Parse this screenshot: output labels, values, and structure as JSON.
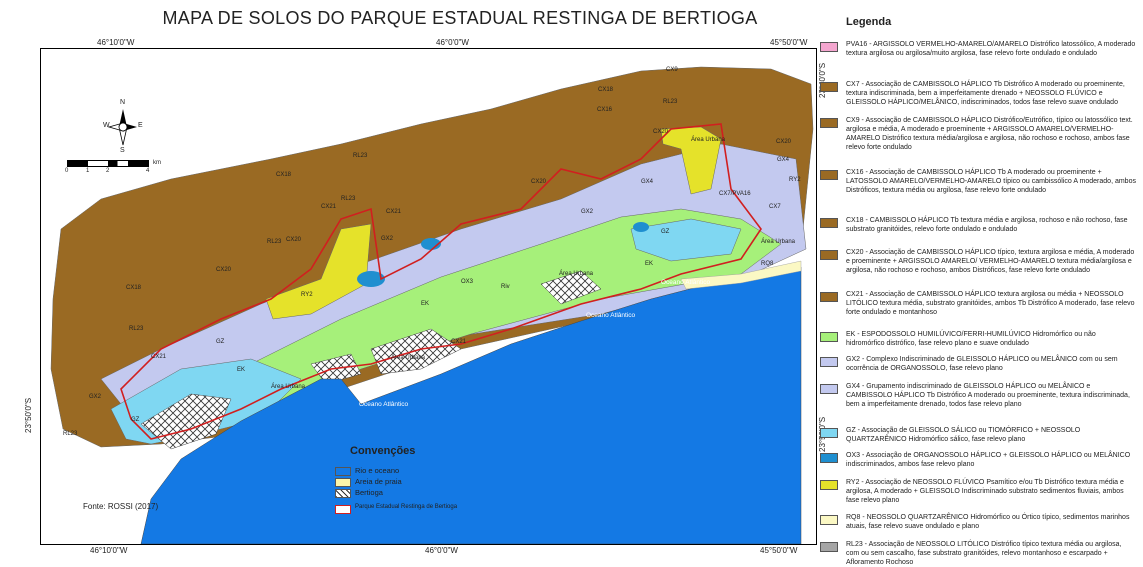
{
  "title": "MAPA DE SOLOS DO PARQUE ESTADUAL RESTINGA DE BERTIOGA",
  "coords": {
    "top": [
      "46°10'0\"W",
      "46°0'0\"W",
      "45°50'0\"W"
    ],
    "bottom": [
      "46°10'0\"W",
      "46°0'0\"W",
      "45°50'0\"W"
    ],
    "right": [
      "23°40'0\"S",
      "23°50'0\"S"
    ],
    "left": [
      "23°50'0\"S"
    ]
  },
  "compass": {
    "n": "N",
    "s": "S",
    "e": "E",
    "w": "W"
  },
  "scale": {
    "ticks": [
      "0",
      "1",
      "2",
      "4"
    ],
    "unit": "km"
  },
  "legend": {
    "title": "Legenda",
    "items": [
      {
        "color": "#f4a6cf",
        "text": "PVA16 - ARGISSOLO VERMELHO-AMARELO/AMARELO Distrófico latossólico, A moderado textura argilosa ou argilosa/muito argilosa, fase relevo forte ondulado e ondulado"
      },
      {
        "color": "#9a6a23",
        "text": "CX7 - Associação de CAMBISSOLO HÁPLICO Tb Distrófico A moderado ou proeminente, textura indiscriminada, bem a imperfeitamente drenado + NEOSSOLO FLÚVICO e GLEISSOLO HÁPLICO/MELÂNICO, indiscriminados, todos fase relevo suave ondulado"
      },
      {
        "color": "#9a6a23",
        "text": "CX9 - Associação de CAMBISSOLO HÁPLICO Distrófico/Eutrófico, típico ou latossólico text. argilosa e média, A moderado e proeminente + ARGISSOLO AMARELO/VERMELHO-AMARELO Distrófico textura média/argilosa e argilosa, não rochoso e rochoso, ambos fase relevo forte ondulado"
      },
      {
        "color": "#9a6a23",
        "text": "CX16 - Associação de CAMBISSOLO HÁPLICO Tb A moderado ou proeminente + LATOSSOLO AMARELO/VERMELHO-AMARELO típico ou cambissólico A moderado, ambos Distróficos, textura média ou argilosa, fase relevo forte ondulado"
      },
      {
        "color": "#9a6a23",
        "text": "CX18 - CAMBISSOLO HÁPLICO Tb textura média e argilosa, rochoso e não rochoso, fase substrato granitóides, relevo forte ondulado e ondulado"
      },
      {
        "color": "#9a6a23",
        "text": "CX20 - Associação de CAMBISSOLO HÁPLICO típico, textura argilosa e média, A moderado e proeminente + ARGISSOLO AMARELO/ VERMELHO-AMARELO textura média/argilosa e argilosa, não rochoso e rochoso, ambos Distróficos, fase relevo forte ondulado"
      },
      {
        "color": "#9a6a23",
        "text": "CX21 - Associação de CAMBISSOLO HÁPLICO textura argilosa ou média + NEOSSOLO LITÓLICO textura média, substrato granitóides, ambos Tb Distrófico A moderado, fase relevo forte ondulado e montanhoso"
      },
      {
        "color": "#a6f07a",
        "text": "EK - ESPODOSSOLO HUMILÚVICO/FERRI-HUMILÚVICO Hidromórfico ou não hidromórfico distrófico, fase relevo plano e suave ondulado"
      },
      {
        "color": "#c3c9ef",
        "text": "GX2 - Complexo Indiscriminado de GLEISSOLO HÁPLICO ou MELÂNICO com ou sem ocorrência de ORGANOSSOLO, fase relevo plano"
      },
      {
        "color": "#c3c9ef",
        "text": "GX4 - Grupamento indiscriminado de GLEISSOLO HÁPLICO ou MELÂNICO e CAMBISSOLO HÁPLICO Tb Distrófico A moderado ou proeminente, textura indiscriminada, bem a imperfeitamente drenado, todos fase relevo plano"
      },
      {
        "color": "#7fd7f2",
        "text": "GZ - Associação de GLEISSOLO SÁLICO ou TIOMÓRFICO + NEOSSOLO QUARTZARÊNICO Hidromórfico sálico, fase relevo plano"
      },
      {
        "color": "#1f8fd0",
        "text": "OX3 - Associação de ORGANOSSOLO HÁPLICO + GLEISSOLO HÁPLICO ou MELÂNICO indiscriminados, ambos fase relevo plano"
      },
      {
        "color": "#e5e22a",
        "text": "RY2 - Associação de NEOSSOLO FLÚVICO Psamítico e/ou Tb Distrófico textura média e argilosa, A moderado + GLEISSOLO Indiscriminado substrato sedimentos fluviais, ambos fase relevo plano"
      },
      {
        "color": "#fbf8c4",
        "text": "RQ8 - NEOSSOLO QUARTZARÊNICO Hidromórfico ou Órtico típico, sedimentos marinhos atuais, fase relevo suave ondulado e plano"
      },
      {
        "color": "#a5a5a5",
        "text": "RL23 - Associação de NEOSSOLO LITÓLICO Distrófico típico textura média ou argilosa, com ou sem cascalho, fase substrato granitóides, relevo montanhoso e escarpado + Afloramento Rochoso"
      }
    ]
  },
  "conventions": {
    "title": "Convenções",
    "items": [
      {
        "label": "Rio e oceano",
        "color": "#1479e4"
      },
      {
        "label": "Areia de praia",
        "color": "#fbf5a9"
      },
      {
        "label": "Bertioga",
        "color": "hatch"
      },
      {
        "label": "Parque Estadual Restinga de Bertioga",
        "color": "outline-red"
      }
    ]
  },
  "source": "Fonte: ROSSI (2017)",
  "map_labels": {
    "ocean1": "Oceano Atlântico",
    "ocean2": "Oceano Atlântico",
    "ocean3": "Oceano Atlântico",
    "urban": "Área Urbana",
    "cx9": "CX9",
    "cx7": "CX7",
    "cx16": "CX16",
    "rl23": "RL23",
    "cx20": "CX20",
    "cx21": "CX21",
    "cx18": "CX18",
    "gx2": "GX2",
    "gx4": "GX4",
    "ry2": "RY2",
    "ek": "EK",
    "gz": "GZ",
    "ox3": "OX3",
    "rq8": "RQ8",
    "pva16": "CX7/PVA16",
    "riv": "Riv"
  },
  "colors": {
    "brown": "#9a6a23",
    "lavender": "#c3c9ef",
    "green": "#a6f07a",
    "cyan": "#7fd7f2",
    "blue": "#1479e4",
    "yellow": "#e5e22a",
    "gray": "#a5a5a5",
    "park_outline": "#d11f1f"
  }
}
